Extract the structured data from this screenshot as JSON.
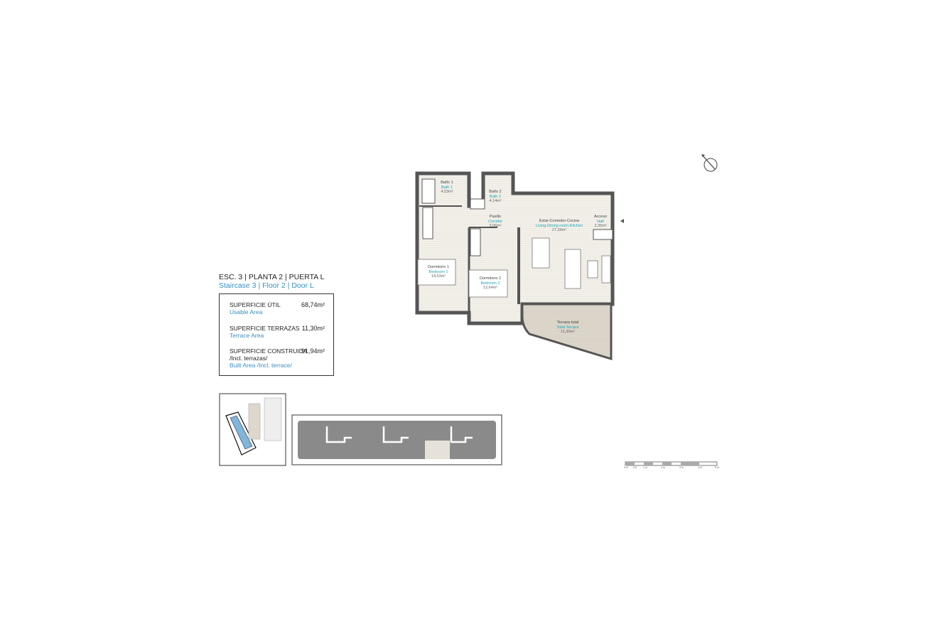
{
  "header": {
    "title_es": "ESC. 3 | PLANTA 2 | PUERTA L",
    "title_en": "Staircase 3 | Floor 2 | Door L"
  },
  "areas": [
    {
      "label_es": "SUPERFICIE ÚTIL",
      "label_en": "Usable Area",
      "value": "68,74m²"
    },
    {
      "label_es": "SUPERFICIE TERRAZAS",
      "label_en": "Terrace Area",
      "value": "11,30m²"
    },
    {
      "label_es": "SUPERFICIE CONSTRUIDA",
      "label_es2": "/Incl. terrazas/",
      "label_en": "Built Area /Incl. terrace/",
      "value": "91,94m²"
    }
  ],
  "rooms": [
    {
      "es": "Baño 1",
      "en": "Bath 1",
      "area": "4,53m²"
    },
    {
      "es": "Baño 2",
      "en": "Bath 2",
      "area": "4,14m²"
    },
    {
      "es": "Pasillo",
      "en": "Corridor",
      "area": "3,06m²"
    },
    {
      "es": "Estar-Comedor-Cocina",
      "en": "Living-Dining room-Kitchen",
      "area": "27,39m²"
    },
    {
      "es": "Acceso",
      "en": "Hall",
      "area": "2,35m²"
    },
    {
      "es": "Dormitorio 1",
      "en": "Bedroom 1",
      "area": "14,53m²"
    },
    {
      "es": "Dormitorio 2",
      "en": "Bedroom 2",
      "area": "12,64m²"
    },
    {
      "es": "Terraza total",
      "en": "Total Terrace",
      "area": "11,30m²"
    }
  ],
  "scale_bar": [
    "0 m",
    "0.5",
    "1 m",
    "2 m",
    "3 m",
    "4 m",
    "5 m"
  ],
  "icons": {
    "compass": "north-arrow-icon",
    "entrance": "entrance-arrow-icon"
  },
  "colors": {
    "accent_text": "#3a8fc4",
    "room_label": "#1aa6b7",
    "pool": "#7fb6d9",
    "wall": "#555555",
    "floor": "#efebe4",
    "terrace": "#ddd7cc"
  }
}
